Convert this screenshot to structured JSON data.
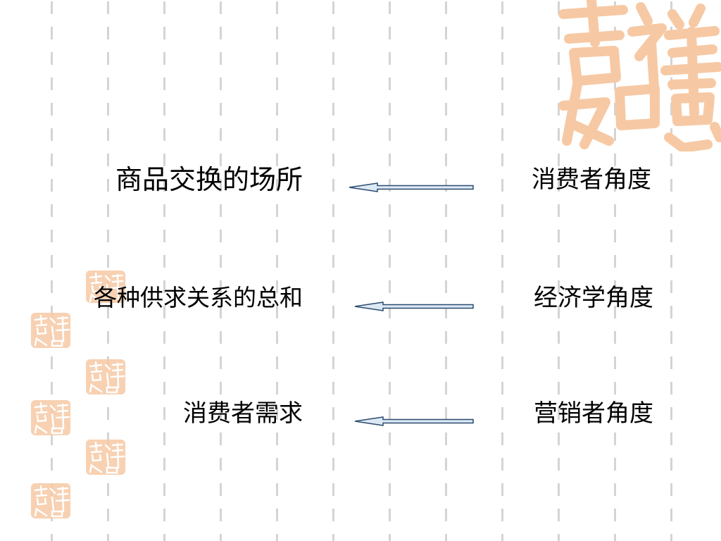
{
  "rows": [
    {
      "left": "商品交换的场所",
      "right": "消费者角度"
    },
    {
      "left": "各种供求关系的总和",
      "right": "经济学角度"
    },
    {
      "left": "消费者需求",
      "right": "营销者角度"
    }
  ],
  "colors": {
    "background": "#ffffff",
    "dash": "#d4d4d4",
    "seal": "#f6c9a4",
    "arrow_fill": "#dce9f5",
    "arrow_stroke": "#2a4a6e",
    "text": "#000000"
  },
  "decor": {
    "seal_icon": "auspicious-seal-icon"
  }
}
